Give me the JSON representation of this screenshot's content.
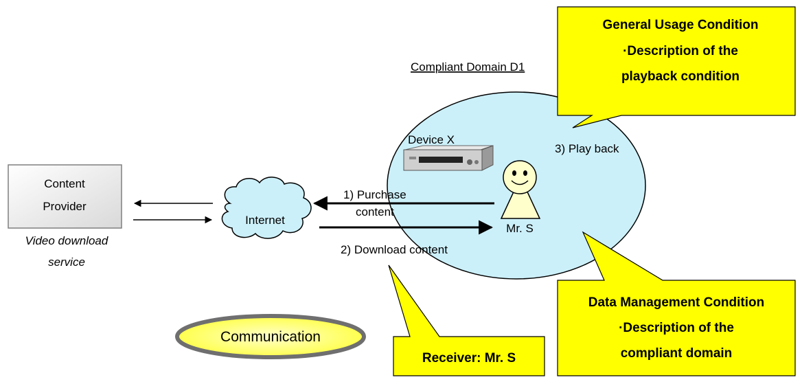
{
  "domain_label": "Compliant Domain D1",
  "content_provider": {
    "line1": "Content",
    "line2": "Provider"
  },
  "service": {
    "line1": "Video download",
    "line2": "service"
  },
  "internet": "Internet",
  "device": "Device X",
  "person": "Mr. S",
  "steps": {
    "purchase_line1": "1) Purchase",
    "purchase_line2": "content",
    "download": "2) Download content",
    "playback": "3) Play back"
  },
  "communication": "Communication",
  "callouts": {
    "general": {
      "title": "General Usage Condition",
      "line2": "·Description of the",
      "line3": "playback condition"
    },
    "data": {
      "title": "Data Management Condition",
      "line2": "·Description of the",
      "line3": "compliant domain"
    },
    "receiver": "Receiver: Mr. S"
  },
  "colors": {
    "callout_fill": "#ffff00",
    "domain_fill": "#ccf0fa",
    "communication_fill": "#ffff66",
    "communication_border": "#6f6f6f"
  }
}
